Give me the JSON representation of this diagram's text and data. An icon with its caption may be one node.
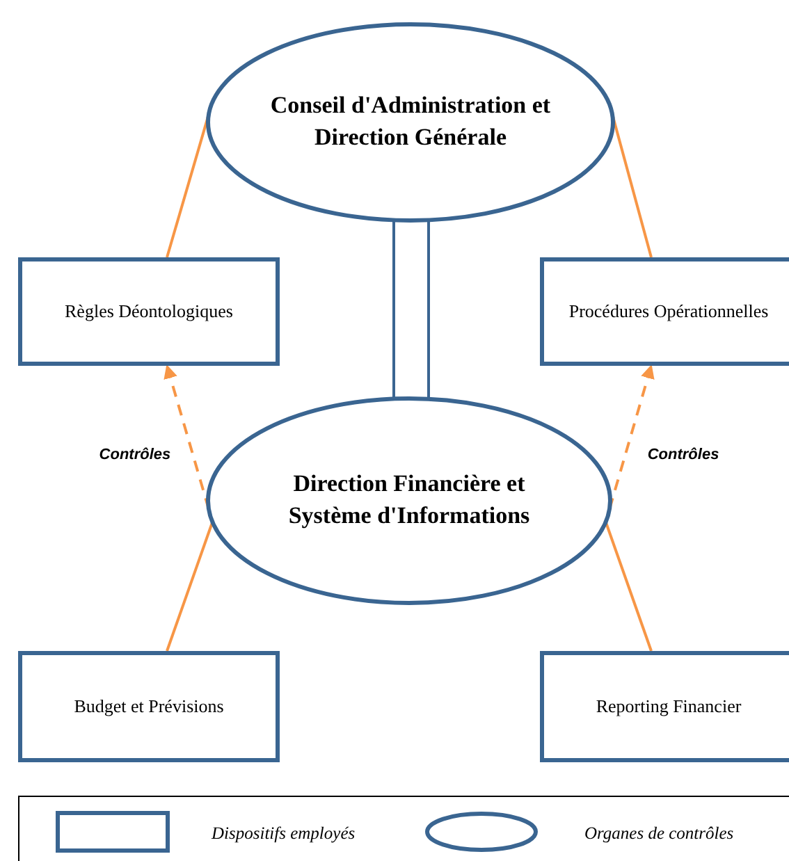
{
  "diagram": {
    "nodes": [
      {
        "text": [
          "Conseil d'Administration et Direction Générale"
        ]
      },
      {
        "text": [
          "Règles Déontologiques"
        ]
      },
      {
        "text": [
          "Procédures Opérationnelles"
        ]
      },
      {
        "text": [
          "Direction Financière et Système d'Informations"
        ]
      },
      {
        "text": [
          "Budget et Prévisions"
        ]
      },
      {
        "text": [
          "Reporting Financier"
        ]
      }
    ],
    "edges": [
      {
        "from": 0,
        "to": 1,
        "arrow": "none"
      },
      {
        "from": 0,
        "to": 2,
        "arrow": "none"
      },
      {
        "from": 0,
        "to": 3,
        "arrow": "none",
        "color": "#3a6591"
      },
      {
        "from": 3,
        "to": 1,
        "arrow": "to",
        "style": "dashed",
        "label": "Contrôles"
      },
      {
        "from": 3,
        "to": 2,
        "arrow": "to",
        "style": "dashed",
        "label": "Contrôles"
      },
      {
        "from": 3,
        "to": 4,
        "arrow": "none"
      },
      {
        "from": 3,
        "to": 5,
        "arrow": "none"
      }
    ],
    "legend": [
      {
        "text": "Dispositifs employés"
      },
      {
        "text": "Organes de contrôles"
      }
    ]
  }
}
